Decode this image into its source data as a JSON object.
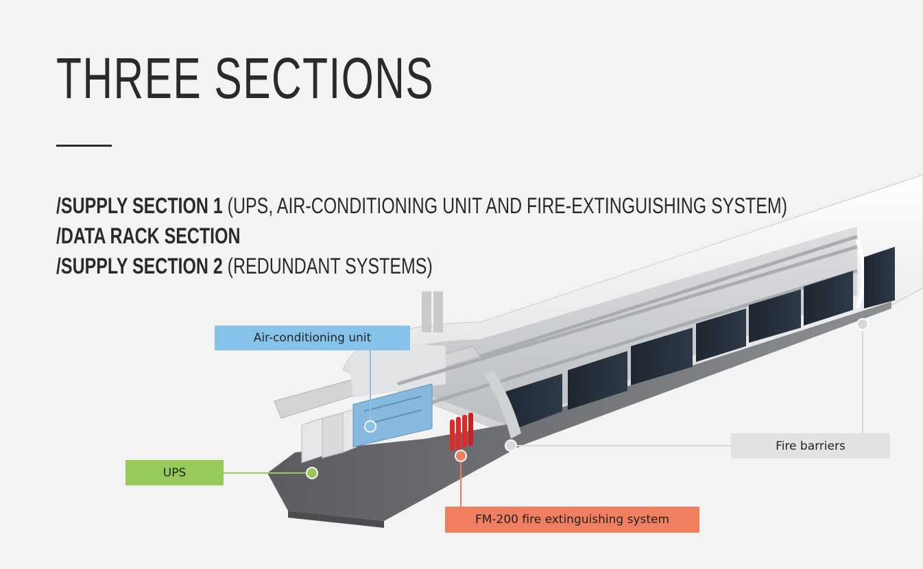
{
  "header": {
    "title": "THREE SECTIONS"
  },
  "sections": [
    {
      "name": "/SUPPLY SECTION 1",
      "note": " (UPS, AIR-CONDITIONING UNIT AND FIRE-EXTINGUISHING SYSTEM)"
    },
    {
      "name": "/DATA RACK SECTION",
      "note": ""
    },
    {
      "name": "/SUPPLY SECTION 2",
      "note": " (REDUNDANT SYSTEMS)"
    }
  ],
  "callouts": {
    "air_conditioning": "Air-conditioning unit",
    "ups": "UPS",
    "fire_barriers": "Fire barriers",
    "fm200": "FM-200 fire extinguishing system"
  },
  "colors": {
    "air_conditioning": "#86c3ea",
    "ups": "#96c95a",
    "fire_barriers": "#e2e2e2",
    "fm200": "#f07f5f"
  }
}
